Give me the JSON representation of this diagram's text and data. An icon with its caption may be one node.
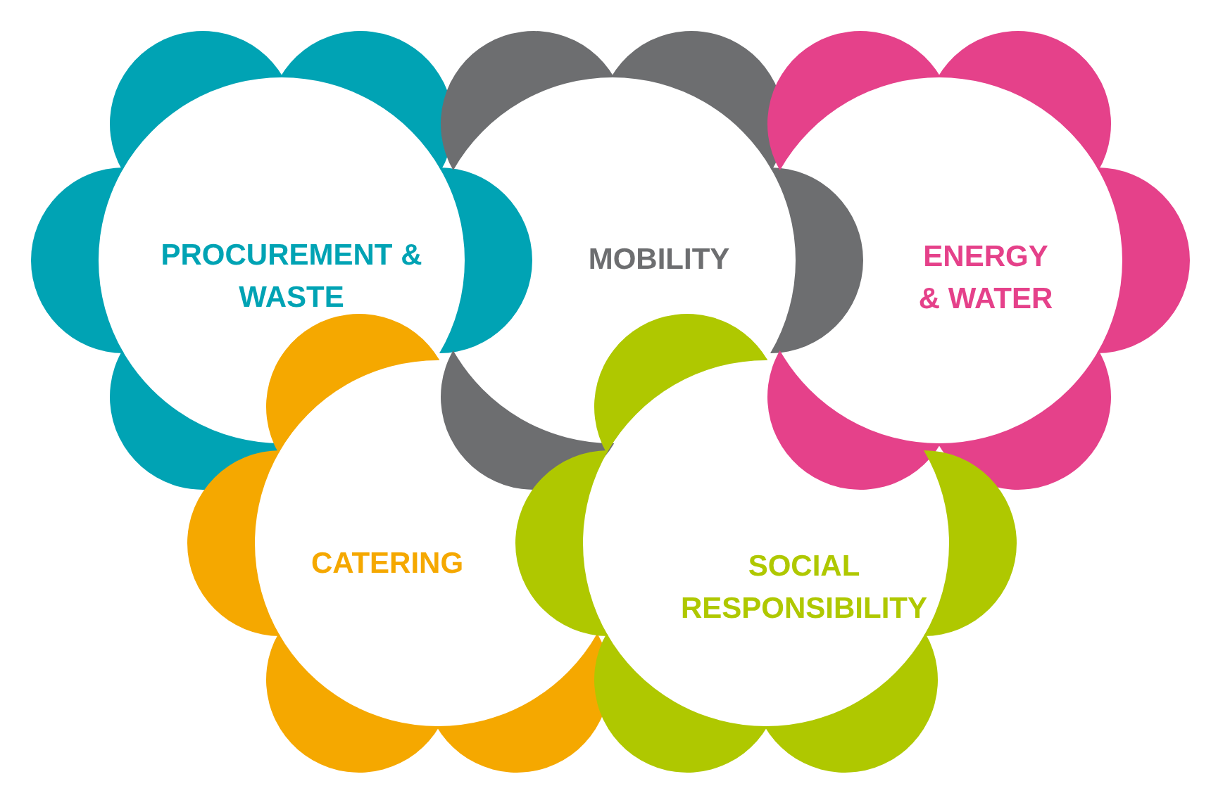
{
  "diagram": {
    "nodes": [
      {
        "text": [
          "PROCUREMENT & WASTE"
        ]
      },
      {
        "text": [
          "MOBILITY"
        ]
      },
      {
        "text": [
          "ENERGY & WATER"
        ]
      },
      {
        "text": [
          "CATERING"
        ]
      },
      {
        "text": [
          "SOCIAL RESPONSIBILITY"
        ]
      }
    ]
  }
}
